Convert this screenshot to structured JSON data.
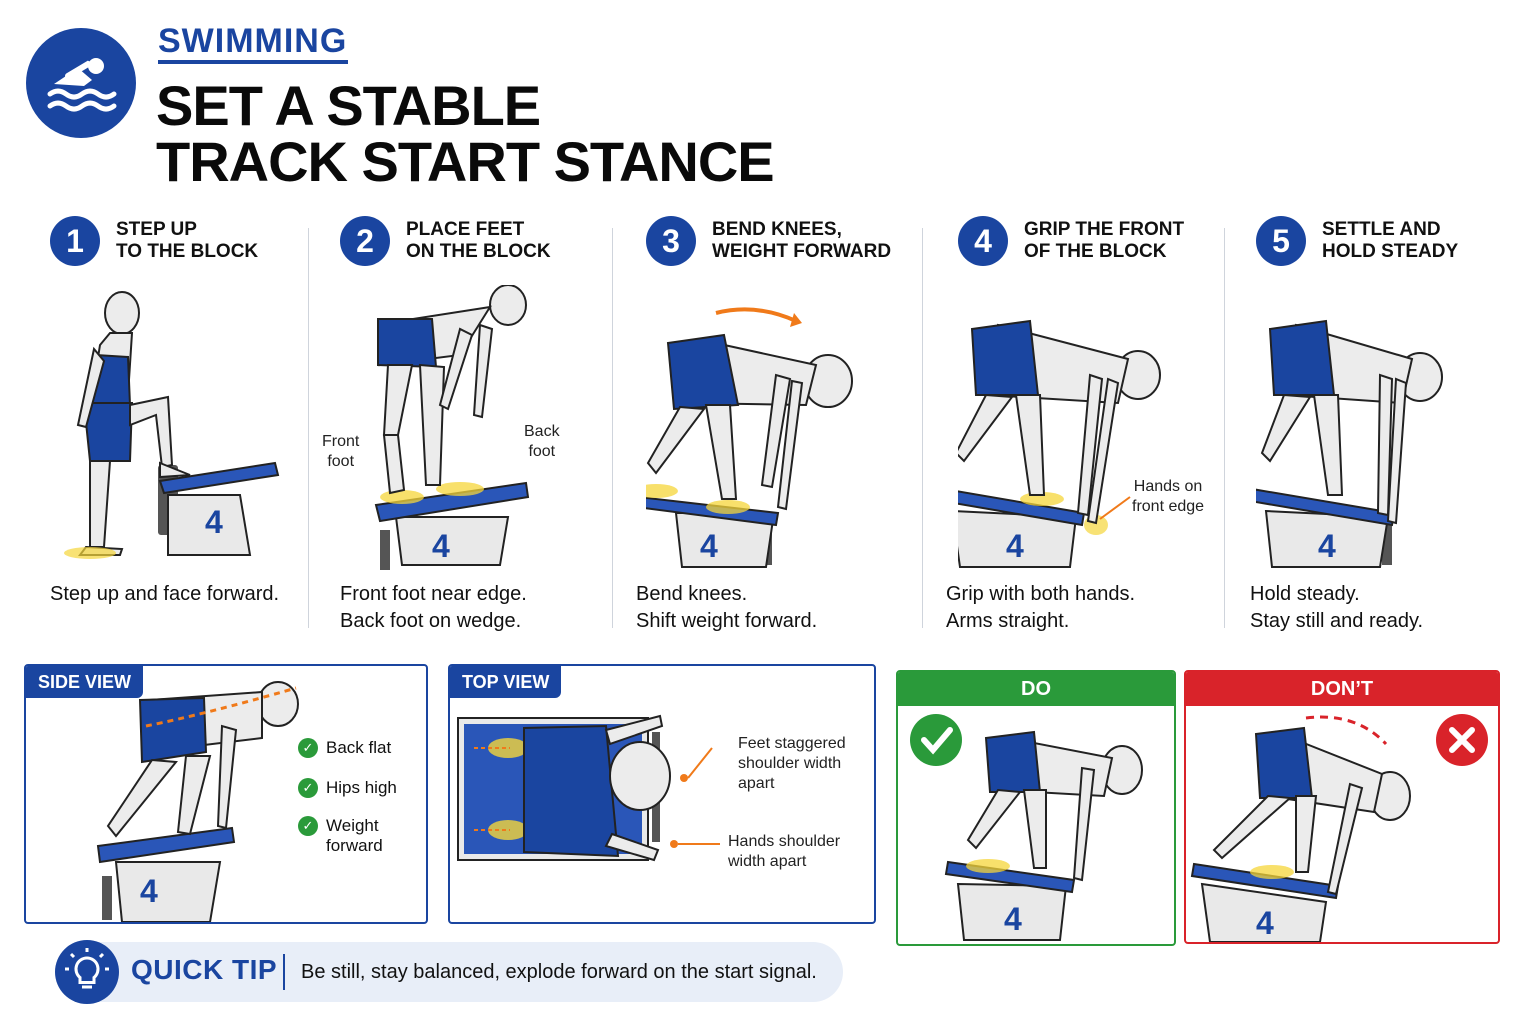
{
  "header": {
    "sport": "SWIMMING",
    "title_line1": "SET A STABLE",
    "title_line2": "TRACK START STANCE"
  },
  "block_number": "4",
  "steps": [
    {
      "number": "1",
      "title_line1": "STEP UP",
      "title_line2": "TO THE BLOCK",
      "caption_line1": "Step up and face forward.",
      "caption_line2": ""
    },
    {
      "number": "2",
      "title_line1": "PLACE FEET",
      "title_line2": "ON THE BLOCK",
      "caption_line1": "Front foot near edge.",
      "caption_line2": "Back foot on wedge."
    },
    {
      "number": "3",
      "title_line1": "BEND KNEES,",
      "title_line2": "WEIGHT FORWARD",
      "caption_line1": "Bend knees.",
      "caption_line2": "Shift weight forward."
    },
    {
      "number": "4",
      "title_line1": "GRIP THE FRONT",
      "title_line2": "OF THE BLOCK",
      "caption_line1": "Grip with both hands.",
      "caption_line2": "Arms straight."
    },
    {
      "number": "5",
      "title_line1": "SETTLE AND",
      "title_line2": "HOLD STEADY",
      "caption_line1": "Hold steady.",
      "caption_line2": "Stay still and ready."
    }
  ],
  "callouts": {
    "front_foot_1": "Front",
    "front_foot_2": "foot",
    "back_foot_1": "Back",
    "back_foot_2": "foot",
    "hands_edge_1": "Hands on",
    "hands_edge_2": "front edge"
  },
  "side_view": {
    "label": "SIDE VIEW",
    "checks": [
      "Back flat",
      "Hips high",
      "Weight forward"
    ]
  },
  "top_view": {
    "label": "TOP VIEW",
    "note1_line1": "Feet staggered",
    "note1_line2": "shoulder width",
    "note1_line3": "apart",
    "note2_line1": "Hands shoulder",
    "note2_line2": "width apart"
  },
  "do_panel": {
    "label": "DO"
  },
  "dont_panel": {
    "label": "DON’T"
  },
  "quick_tip": {
    "label": "QUICK TIP",
    "text": "Be still, stay balanced, explode forward on the start signal."
  },
  "colors": {
    "brand_blue": "#1a45a0",
    "do_green": "#2a9a3a",
    "dont_red": "#d9232a",
    "highlight_yellow": "#f5d63a",
    "accent_orange": "#f07a1a"
  },
  "icons": [
    "swimmer-icon",
    "lightbulb-icon",
    "check-icon",
    "cross-icon",
    "arrow-icon"
  ]
}
